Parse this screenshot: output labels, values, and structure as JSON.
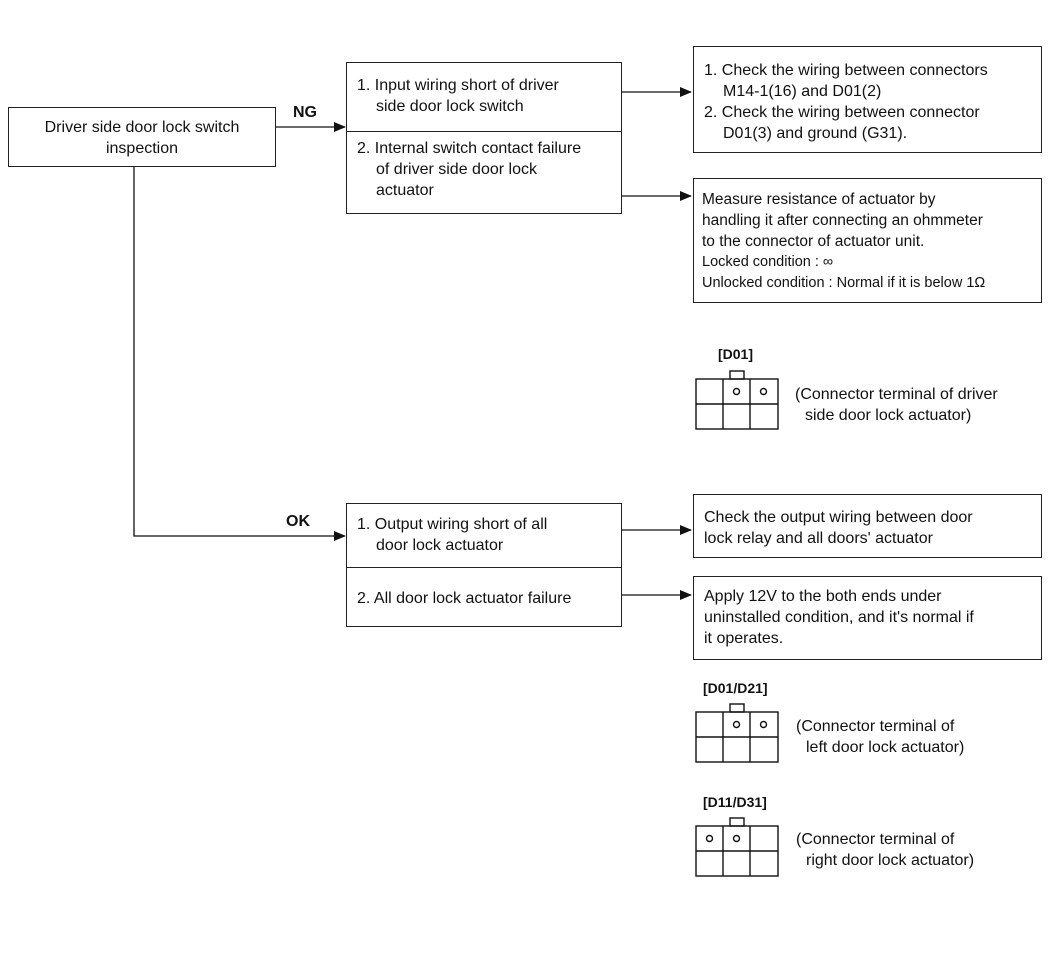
{
  "start": {
    "lines": [
      "Driver side door lock switch",
      "inspection"
    ]
  },
  "labels": {
    "ng": "NG",
    "ok": "OK"
  },
  "ng_causes": [
    {
      "lines": [
        "1. Input wiring short of driver",
        "side door lock switch"
      ]
    },
    {
      "lines": [
        "2. Internal switch contact failure",
        "of driver side door lock",
        "actuator"
      ]
    }
  ],
  "ng_results": [
    {
      "lines": [
        "1. Check the wiring between connectors",
        "M14-1(16) and D01(2)",
        "2. Check the wiring between connector",
        "D01(3) and ground (G31)."
      ]
    },
    {
      "lines": [
        "Measure resistance of actuator by",
        "handling it after connecting an ohmmeter",
        "to the connector of actuator unit.",
        "Locked condition : ∞",
        "Unlocked condition : Normal if it is below 1Ω"
      ]
    }
  ],
  "ok_causes": [
    {
      "lines": [
        "1. Output wiring short of all",
        "door lock actuator"
      ]
    },
    {
      "lines": [
        "2. All door lock actuator failure"
      ]
    }
  ],
  "ok_results": [
    {
      "lines": [
        "Check the output wiring between door",
        "lock relay and all doors' actuator"
      ]
    },
    {
      "lines": [
        "Apply 12V to the both ends under",
        "uninstalled condition, and it's normal if",
        "it operates."
      ]
    }
  ],
  "connectors": [
    {
      "id": "[D01]",
      "desc": [
        "(Connector terminal of driver",
        "side door lock actuator)"
      ],
      "pins": [
        2,
        3
      ]
    },
    {
      "id": "[D01/D21]",
      "desc": [
        "(Connector terminal of",
        "left door lock actuator)"
      ],
      "pins": [
        2,
        3
      ]
    },
    {
      "id": "[D11/D31]",
      "desc": [
        "(Connector terminal of",
        "right door lock actuator)"
      ],
      "pins": [
        1,
        2
      ]
    }
  ]
}
